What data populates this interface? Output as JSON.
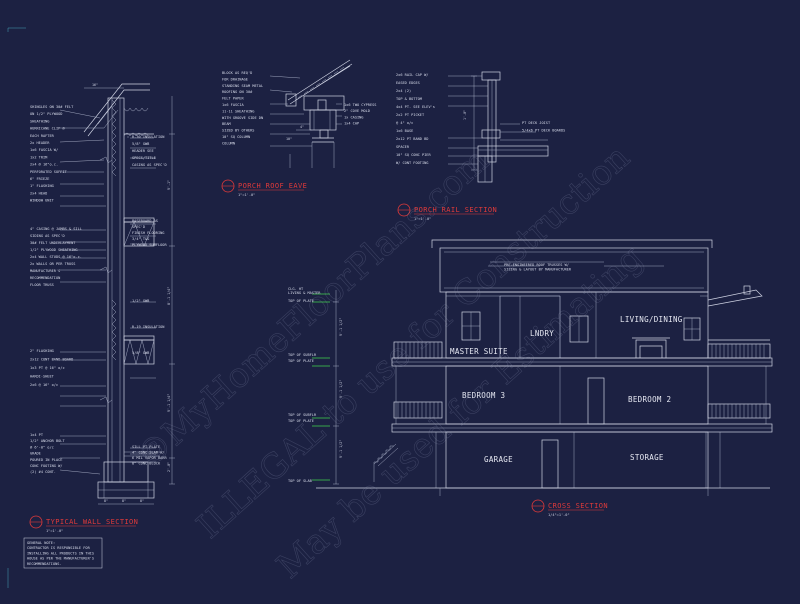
{
  "sheet": {
    "watermark": [
      "©MyHomeFloorPlans.com",
      "ILLEGAL to use for Construction",
      "May be used for Estimating"
    ]
  },
  "wall_section": {
    "title": "TYPICAL WALL SECTION",
    "scale": "1\"=1'-0\"",
    "callouts_upper": [
      "SHINGLES ON 30# FELT",
      "ON 1/2\" PLYWOOD",
      "SHEATHING",
      "HURRICANE CLIP @",
      "EACH RAFTER",
      "2x HEADER",
      "1x6 FASCIA W/",
      "1x2 TRIM",
      "2x4 @ 16\"o.c.",
      "PERFORATED SOFFIT",
      "6\" FRIEZE",
      "1\" FLASHING",
      "2x4 HEAD",
      "WINDOW UNIT"
    ],
    "callouts_upper_right": [
      "R-30 INSULATION",
      "5/8\" GWB",
      "HEADER SEE",
      "SPECS/TITLE",
      "CASING AS SPEC'D"
    ],
    "callouts_mid": [
      "4\" CASING @ JAMBS & SILL",
      "SIDING AS SPEC'D",
      "30# FELT UNDERLAYMENT",
      "1/2\" PLYWOOD SHEATHING",
      "2x4 WALL STUDS @ 16\"o.c.",
      "2x WALLS OR PER TRUSS",
      "MANUFACTURER'S",
      "RECOMMENDATION",
      "FLOOR TRUSS"
    ],
    "callouts_mid_right": [
      "BASEBOARD AS",
      "SPEC'D",
      "FINISH FLOORING",
      "3/4\" T&G",
      "PLYWOOD SUBFLOOR"
    ],
    "callouts_low": [
      "2\" FLASHING",
      "2x12 CONT BAND BOARD",
      "1x3 PT @ 16\" o/c",
      "HARDI-SHEET",
      "2x6 @ 16\" o/c"
    ],
    "callouts_low_right": [
      "1/2\" GWB",
      "R-19 INSULATION",
      "5/8\" GWB"
    ],
    "callouts_base": [
      "1x4 PT",
      "1/2\" ANCHOR BOLT",
      "@ 6'-0\" o/c",
      "GRADE",
      "POURED IN PLACE",
      "CONC FOOTING W/",
      "(2) #4 CONT."
    ],
    "callouts_base_right": [
      "SILL PT PLATE",
      "4\" CONC SLAB W/",
      "6 MIL VAPOR BARR",
      "8\" CONC BLOCK"
    ],
    "vertical_dims": [
      "9'-1\"",
      "8'-1 1/4\"",
      "9'-1 1/4\"",
      "2'-0\""
    ],
    "top_dim": "16\"",
    "bottom_dims": [
      "8\"",
      "8\"",
      "8\""
    ],
    "general_note": [
      "GENERAL NOTE:",
      "CONTRACTOR IS RESPONSIBLE FOR",
      "INSTALLING ALL PRODUCTS IN THIS",
      "HOUSE AS PER THE MANUFACTURER'S",
      "RECOMMENDATIONS."
    ]
  },
  "porch_roof_eave": {
    "title": "PORCH ROOF EAVE",
    "scale": "1\"=1'-0\"",
    "callouts": [
      "BLOCK AS REQ'D",
      "FOR DRAINAGE",
      "STANDING SEAM METAL",
      "ROOFING ON 30#",
      "FELT PAPER",
      "1x6 FASCIA",
      "11-11 SHEATHING",
      "WITH GROOVE SIDE DN",
      "BEAM",
      "SIZED BY OTHERS",
      "10\" SQ COLUMN",
      "COLUMN"
    ],
    "callouts_right": [
      "1x6 TWO CYPRESS",
      "2\" COVE MOLD",
      "1x CASING",
      "1x4 CAP"
    ],
    "dims": [
      "4\"",
      "10\""
    ]
  },
  "porch_rail_section": {
    "title": "PORCH RAIL SECTION",
    "scale": "1\"=1'-0\"",
    "callouts": [
      "2x6 RAIL CAP W/",
      "EASED EDGES",
      "2x4 (2)",
      "TOP & BOTTOM",
      "4x4 PT. SEE ELEV's",
      "2x2 PT PICKET",
      "@ 4\" o/c",
      "1x6 BASE",
      "2x12 PT BAND BD",
      "SPACER",
      "10\" SQ CONC PIER",
      "W/ CONT FOOTING"
    ],
    "callouts_right": [
      "PT DECK JOIST",
      "5/4x6 PT DECK BOARDS"
    ],
    "dims": [
      "1'-0\""
    ]
  },
  "cross_section": {
    "title": "CROSS SECTION",
    "scale": "1/4\"=1'-0\"",
    "truss_note": [
      "PRE-ENGINEERED ROOF TRUSSES W/",
      "SIZING & LAYOUT BY MANUFACTURER"
    ],
    "rooms": [
      "LNDRY",
      "LIVING/DINING",
      "MASTER SUITE",
      "BEDROOM 3",
      "BEDROOM 2",
      "GARAGE",
      "STORAGE"
    ],
    "levels": [
      "CLG. HT",
      "LIVING & MASTER",
      "TOP OF PLATE",
      "TOP OF SUBFLR",
      "TOP OF PLATE",
      "TOP OF SUBFLR",
      "TOP OF PLATE",
      "TOP OF SLAB"
    ],
    "dims": [
      "9'-1 1/2\"",
      "9'-1 1/2\"",
      "9'-1 1/2\""
    ]
  },
  "colors": {
    "background": "#1c2142",
    "linework": "#cfd3e3",
    "title": "#e03a3a",
    "level_marker": "#3fd14f",
    "watermark": "#8d93b3"
  }
}
